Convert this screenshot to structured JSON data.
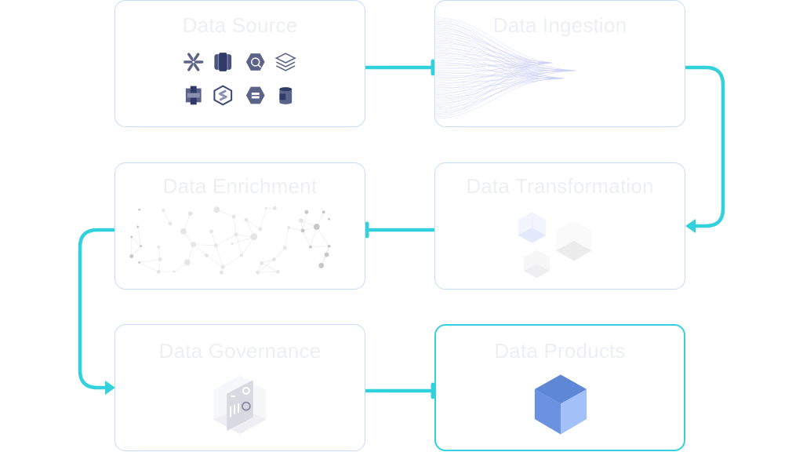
{
  "diagram": {
    "title": "Data pipeline flow",
    "accent_color": "#33d1dc",
    "card_border_color": "#c7dcf7",
    "stages": [
      {
        "id": "data-source",
        "label": "Data Source"
      },
      {
        "id": "data-ingestion",
        "label": "Data Ingestion"
      },
      {
        "id": "data-enrichment",
        "label": "Data Enrichment"
      },
      {
        "id": "data-transformation",
        "label": "Data Transformation"
      },
      {
        "id": "data-governance",
        "label": "Data Governance"
      },
      {
        "id": "data-products",
        "label": "Data Products",
        "highlighted": true
      }
    ],
    "source_icons": [
      "snowflake-icon",
      "redshift-icon",
      "bigquery-icon",
      "databricks-icon",
      "s3-icon",
      "stitch-icon",
      "cloud-sql-icon",
      "database-icon"
    ],
    "flow": [
      {
        "from": "Data Source",
        "to": "Data Ingestion"
      },
      {
        "from": "Data Ingestion",
        "to": "Data Transformation"
      },
      {
        "from": "Data Transformation",
        "to": "Data Enrichment"
      },
      {
        "from": "Data Enrichment",
        "to": "Data Governance"
      },
      {
        "from": "Data Governance",
        "to": "Data Products"
      }
    ]
  }
}
